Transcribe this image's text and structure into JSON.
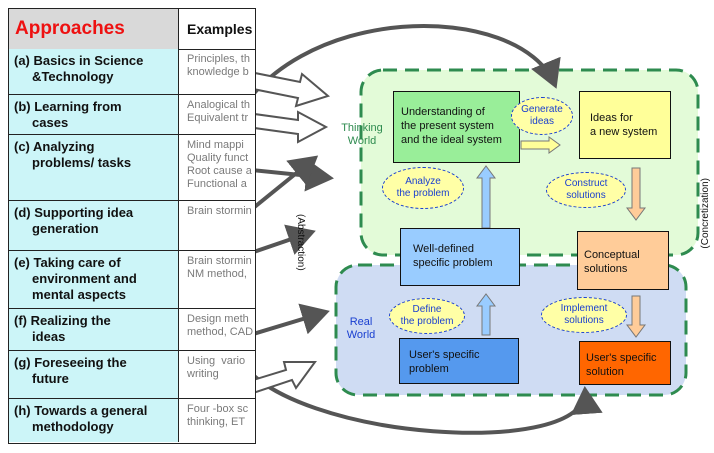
{
  "table": {
    "header_approaches": "Approaches",
    "header_examples": "Examples",
    "rows": [
      {
        "approach": "(a) Basics in Science\n     &Technology",
        "examples": "Principles, th\nknowledge b"
      },
      {
        "approach": "(b) Learning from\n     cases",
        "examples": "Analogical th\nEquivalent tr"
      },
      {
        "approach": "(c) Analyzing\n     problems/ tasks",
        "examples": "Mind mappi\nQuality funct\nRoot cause a\nFunctional a"
      },
      {
        "approach": "(d) Supporting idea\n     generation",
        "examples": "Brain stormin"
      },
      {
        "approach": "(e) Taking care of\n     environment and\n     mental aspects",
        "examples": "Brain stormin\nNM method,"
      },
      {
        "approach": "(f) Realizing the\n     ideas",
        "examples": "Design meth\nmethod, CAD"
      },
      {
        "approach": "(g) Foreseeing the\n     future",
        "examples": "Using  vario\nwriting"
      },
      {
        "approach": "(h) Towards a general\n     methodology",
        "examples": "Four -box sc\nthinking, ET"
      }
    ]
  },
  "diagram": {
    "thinking_world": "Thinking\nWorld",
    "real_world": "Real\nWorld",
    "abstraction": "(Abstraction)",
    "concretization": "(Concretization)",
    "boxes": {
      "understanding": "Understanding of\nthe present system\nand the ideal system",
      "ideas": "Ideas for\na new system",
      "well_defined": "Well-defined\nspecific problem",
      "conceptual": "Conceptual\nsolutions",
      "users_problem": "User's specific\nproblem",
      "users_solution": "User's specific\nsolution"
    },
    "ellipses": {
      "generate": "Generate\nideas",
      "analyze": "Analyze\nthe problem",
      "construct": "Construct\nsolutions",
      "define": "Define\nthe problem",
      "implement": "Implement\nsolutions"
    }
  },
  "colors": {
    "approach_header_text": "#ee1111",
    "approach_cell_bg": "#ccf5f8",
    "thinking_world_bg": "#e3fbd8",
    "real_world_bg": "#cfdcf3",
    "dashed_border": "#2e8b4f",
    "understanding_bg": "#99ee99",
    "ideas_bg": "#ffff99",
    "well_defined_bg": "#99ccff",
    "conceptual_bg": "#ffcc99",
    "users_problem_bg": "#5599ee",
    "users_solution_bg": "#ff6600",
    "ellipse_bg": "#ffffa6",
    "ellipse_text": "#1a3fd0"
  }
}
